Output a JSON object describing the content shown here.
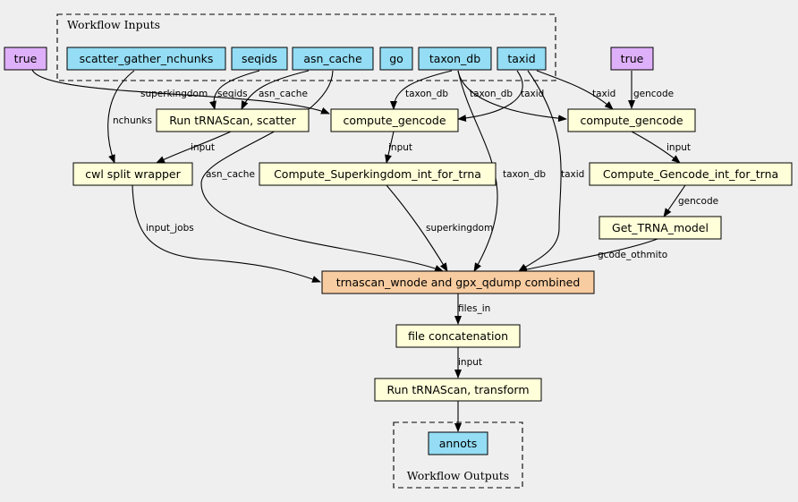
{
  "clusters": {
    "inputs": "Workflow Inputs",
    "outputs": "Workflow Outputs"
  },
  "nodes": {
    "true_left": "true",
    "true_right": "true",
    "scatter_gather_nchunks": "scatter_gather_nchunks",
    "seqids": "seqids",
    "asn_cache": "asn_cache",
    "go": "go",
    "taxon_db": "taxon_db",
    "taxid": "taxid",
    "run_trnascan_scatter": "Run tRNAScan, scatter",
    "compute_gencode_mid": "compute_gencode",
    "compute_gencode_right": "compute_gencode",
    "cwl_split_wrapper": "cwl split wrapper",
    "compute_superkingdom": "Compute_Superkingdom_int_for_trna",
    "compute_gencode_int": "Compute_Gencode_int_for_trna",
    "get_trna_model": "Get_TRNA_model",
    "combined": "trnascan_wnode and gpx_qdump combined",
    "file_concatenation": "file concatenation",
    "run_trnascan_transform": "Run tRNAScan, transform",
    "annots": "annots"
  },
  "edges": {
    "superkingdom_top": "superkingdom",
    "seqids": "seqids",
    "asn_cache_top": "asn_cache",
    "nchunks": "nchunks",
    "taxon_db_mid": "taxon_db",
    "taxon_db_right": "taxon_db",
    "taxid_mid": "taxid",
    "taxid_right": "taxid",
    "gencode_top": "gencode",
    "input_split": "input",
    "input_superkingdom": "input",
    "input_gencode_int": "input",
    "asn_cache_long": "asn_cache",
    "taxon_db_long": "taxon_db",
    "taxid_long": "taxid",
    "gencode_model": "gencode",
    "input_jobs": "input_jobs",
    "superkingdom_bottom": "superkingdom",
    "gcode_othmito": "gcode_othmito",
    "files_in": "files_in",
    "input_transform": "input"
  }
}
